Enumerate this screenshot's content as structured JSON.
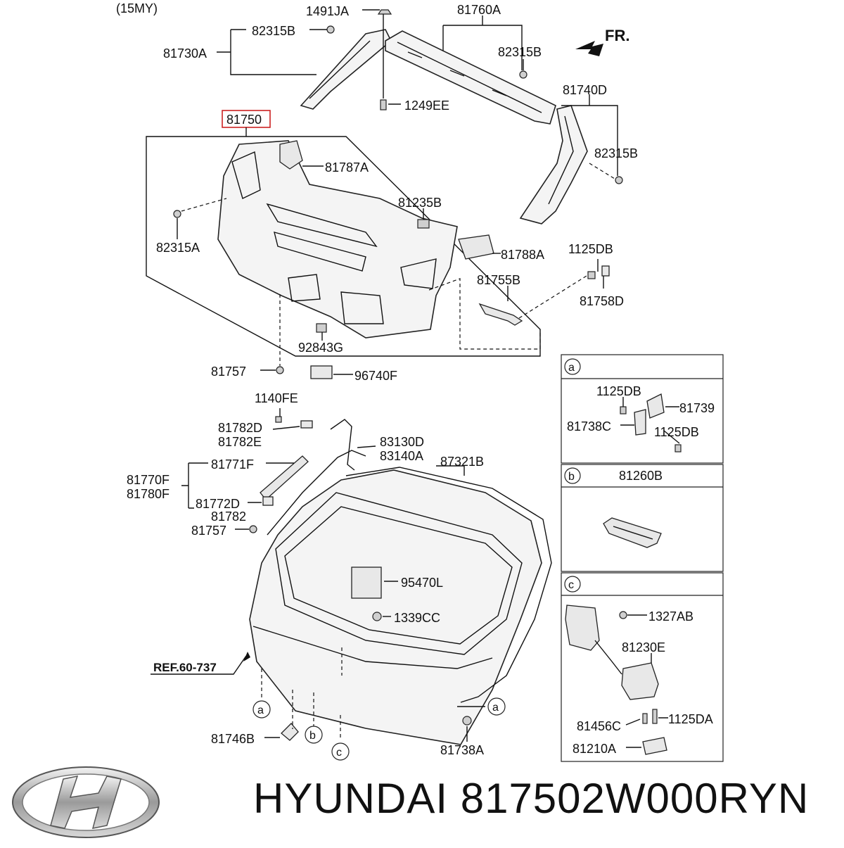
{
  "model_note": "(15MY)",
  "direction": "FR.",
  "reference": "REF.60-737",
  "highlighted_part": "81750",
  "brand_line": "HYUNDAI 817502W000RYN",
  "logo_icon": "hyundai-logo-icon",
  "highlight_color": "#cc2222",
  "callouts": [
    "a",
    "b",
    "c"
  ],
  "parts": {
    "p1491JA": "1491JA",
    "p81760A": "81760A",
    "p82315B_top": "82315B",
    "p81730A": "81730A",
    "p82315B_right": "82315B",
    "p1249EE": "1249EE",
    "p81740D": "81740D",
    "p82315B_side": "82315B",
    "p81787A": "81787A",
    "p82315A": "82315A",
    "p81235B": "81235B",
    "p81788A": "81788A",
    "p1125DB": "1125DB",
    "p81755B": "81755B",
    "p81758D": "81758D",
    "p92843G": "92843G",
    "p81757_top": "81757",
    "p96740F": "96740F",
    "p1140FE": "1140FE",
    "p81782D": "81782D",
    "p81782E": "81782E",
    "p83130D": "83130D",
    "p83140A": "83140A",
    "p87321B": "87321B",
    "p81771F": "81771F",
    "p81770F": "81770F",
    "p81780F": "81780F",
    "p81772D": "81772D",
    "p81782": "81782",
    "p81757_bottom": "81757",
    "p95470L": "95470L",
    "p1339CC": "1339CC",
    "p81746B": "81746B",
    "p81738A": "81738A"
  },
  "detail_a": {
    "label": "a",
    "bolt_top": "1125DB",
    "bracket": "81739",
    "plate": "81738C",
    "bolt_bottom": "1125DB"
  },
  "detail_b": {
    "label": "b",
    "part": "81260B"
  },
  "detail_c": {
    "label": "c",
    "nut": "1327AB",
    "actuator": "81230E",
    "screw": "81456C",
    "bolt": "1125DA",
    "striker": "81210A"
  }
}
